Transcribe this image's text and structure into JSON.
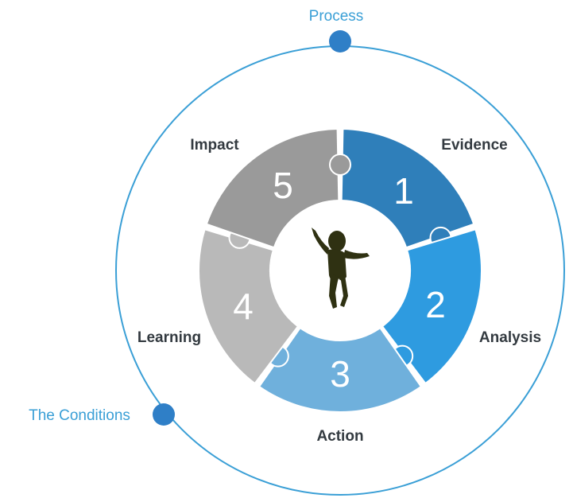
{
  "labels": {
    "process": "Process",
    "conditions": "The Conditions"
  },
  "segments": [
    {
      "number": "1",
      "label": "Evidence",
      "color": "#2f7fba"
    },
    {
      "number": "2",
      "label": "Analysis",
      "color": "#2e9be0"
    },
    {
      "number": "3",
      "label": "Action",
      "color": "#6fb0dc"
    },
    {
      "number": "4",
      "label": "Learning",
      "color": "#b9b9b9"
    },
    {
      "number": "5",
      "label": "Impact",
      "color": "#9a9a9a"
    }
  ],
  "colors": {
    "outer_ring": "#3a9fd6",
    "dot": "#2f7fc7",
    "figure": "#2f3112"
  },
  "icons": {
    "center": "jumping-child-silhouette"
  }
}
